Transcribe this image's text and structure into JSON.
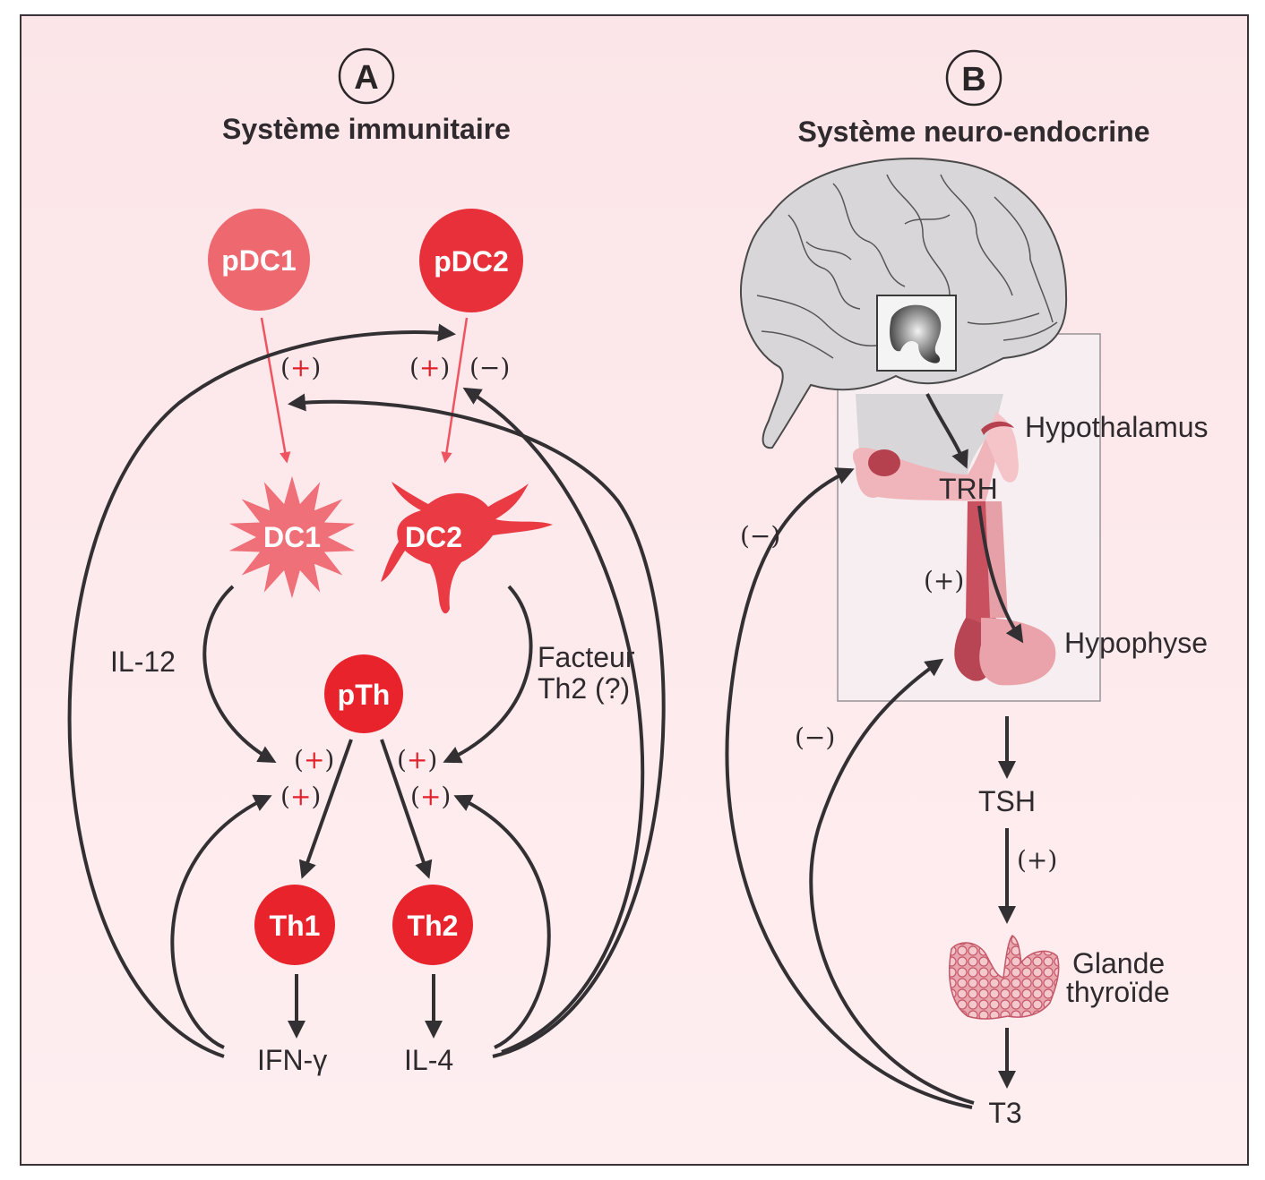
{
  "colors": {
    "background": "#fde8eb",
    "frame": "#3a3438",
    "text": "#2e2a2d",
    "cell_light": "#ee6870",
    "cell_dark": "#e8232c",
    "plus_sign": "#e0202a",
    "gland_pink": "#d9808a",
    "gland_dark": "#b04050"
  },
  "panel_a": {
    "letter": "A",
    "title": "Système immunitaire",
    "cells": {
      "pdc1": "pDC1",
      "pdc2": "pDC2",
      "dc1": "DC1",
      "dc2": "DC2",
      "pth": "pTh",
      "th1": "Th1",
      "th2": "Th2"
    },
    "labels": {
      "il12": "IL-12",
      "facteur_line1": "Facteur",
      "facteur_line2": "Th2 (?)",
      "ifn": "IFN-γ",
      "il4": "IL-4"
    },
    "signs": {
      "pdc1_plus": "+",
      "pdc2_plus": "+",
      "pdc2_minus": "(−)",
      "il12_plus": "+",
      "ifn_plus": "+",
      "facteur_plus": "+",
      "il4_plus": "+"
    }
  },
  "panel_b": {
    "letter": "B",
    "title": "Système neuro-endocrine",
    "labels": {
      "hypothalamus": "Hypothalamus",
      "trh": "TRH",
      "hypophyse": "Hypophyse",
      "tsh": "TSH",
      "glande_line1": "Glande",
      "glande_line2": "thyroïde",
      "t3": "T3"
    },
    "signs": {
      "trh_plus": "(+)",
      "tsh_plus": "(+)",
      "feedback_hypothalamus": "(−)",
      "feedback_hypophyse": "(−)"
    }
  }
}
